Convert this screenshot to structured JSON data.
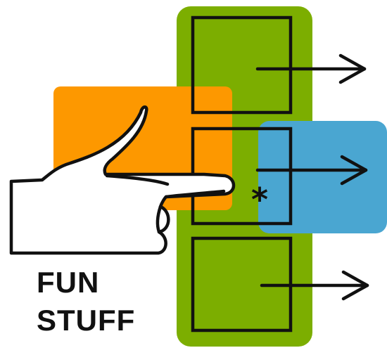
{
  "colors": {
    "background": "#ffffff",
    "green_panel": "#7cae00",
    "orange_panel": "#fd9800",
    "blue_panel": "#4aa6d1",
    "stroke": "#111111",
    "hand_fill": "#ffffff"
  },
  "diagram": {
    "caption": {
      "line1": "FUN",
      "line2": "STUFF"
    },
    "pointer_marker": "*",
    "icons": [
      "pointing-hand-icon",
      "arrow-right-icon"
    ],
    "slots": [
      {
        "name": "top",
        "has_arrow": true
      },
      {
        "name": "middle",
        "has_arrow": true,
        "highlighted": true
      },
      {
        "name": "bottom",
        "has_arrow": true
      }
    ]
  }
}
